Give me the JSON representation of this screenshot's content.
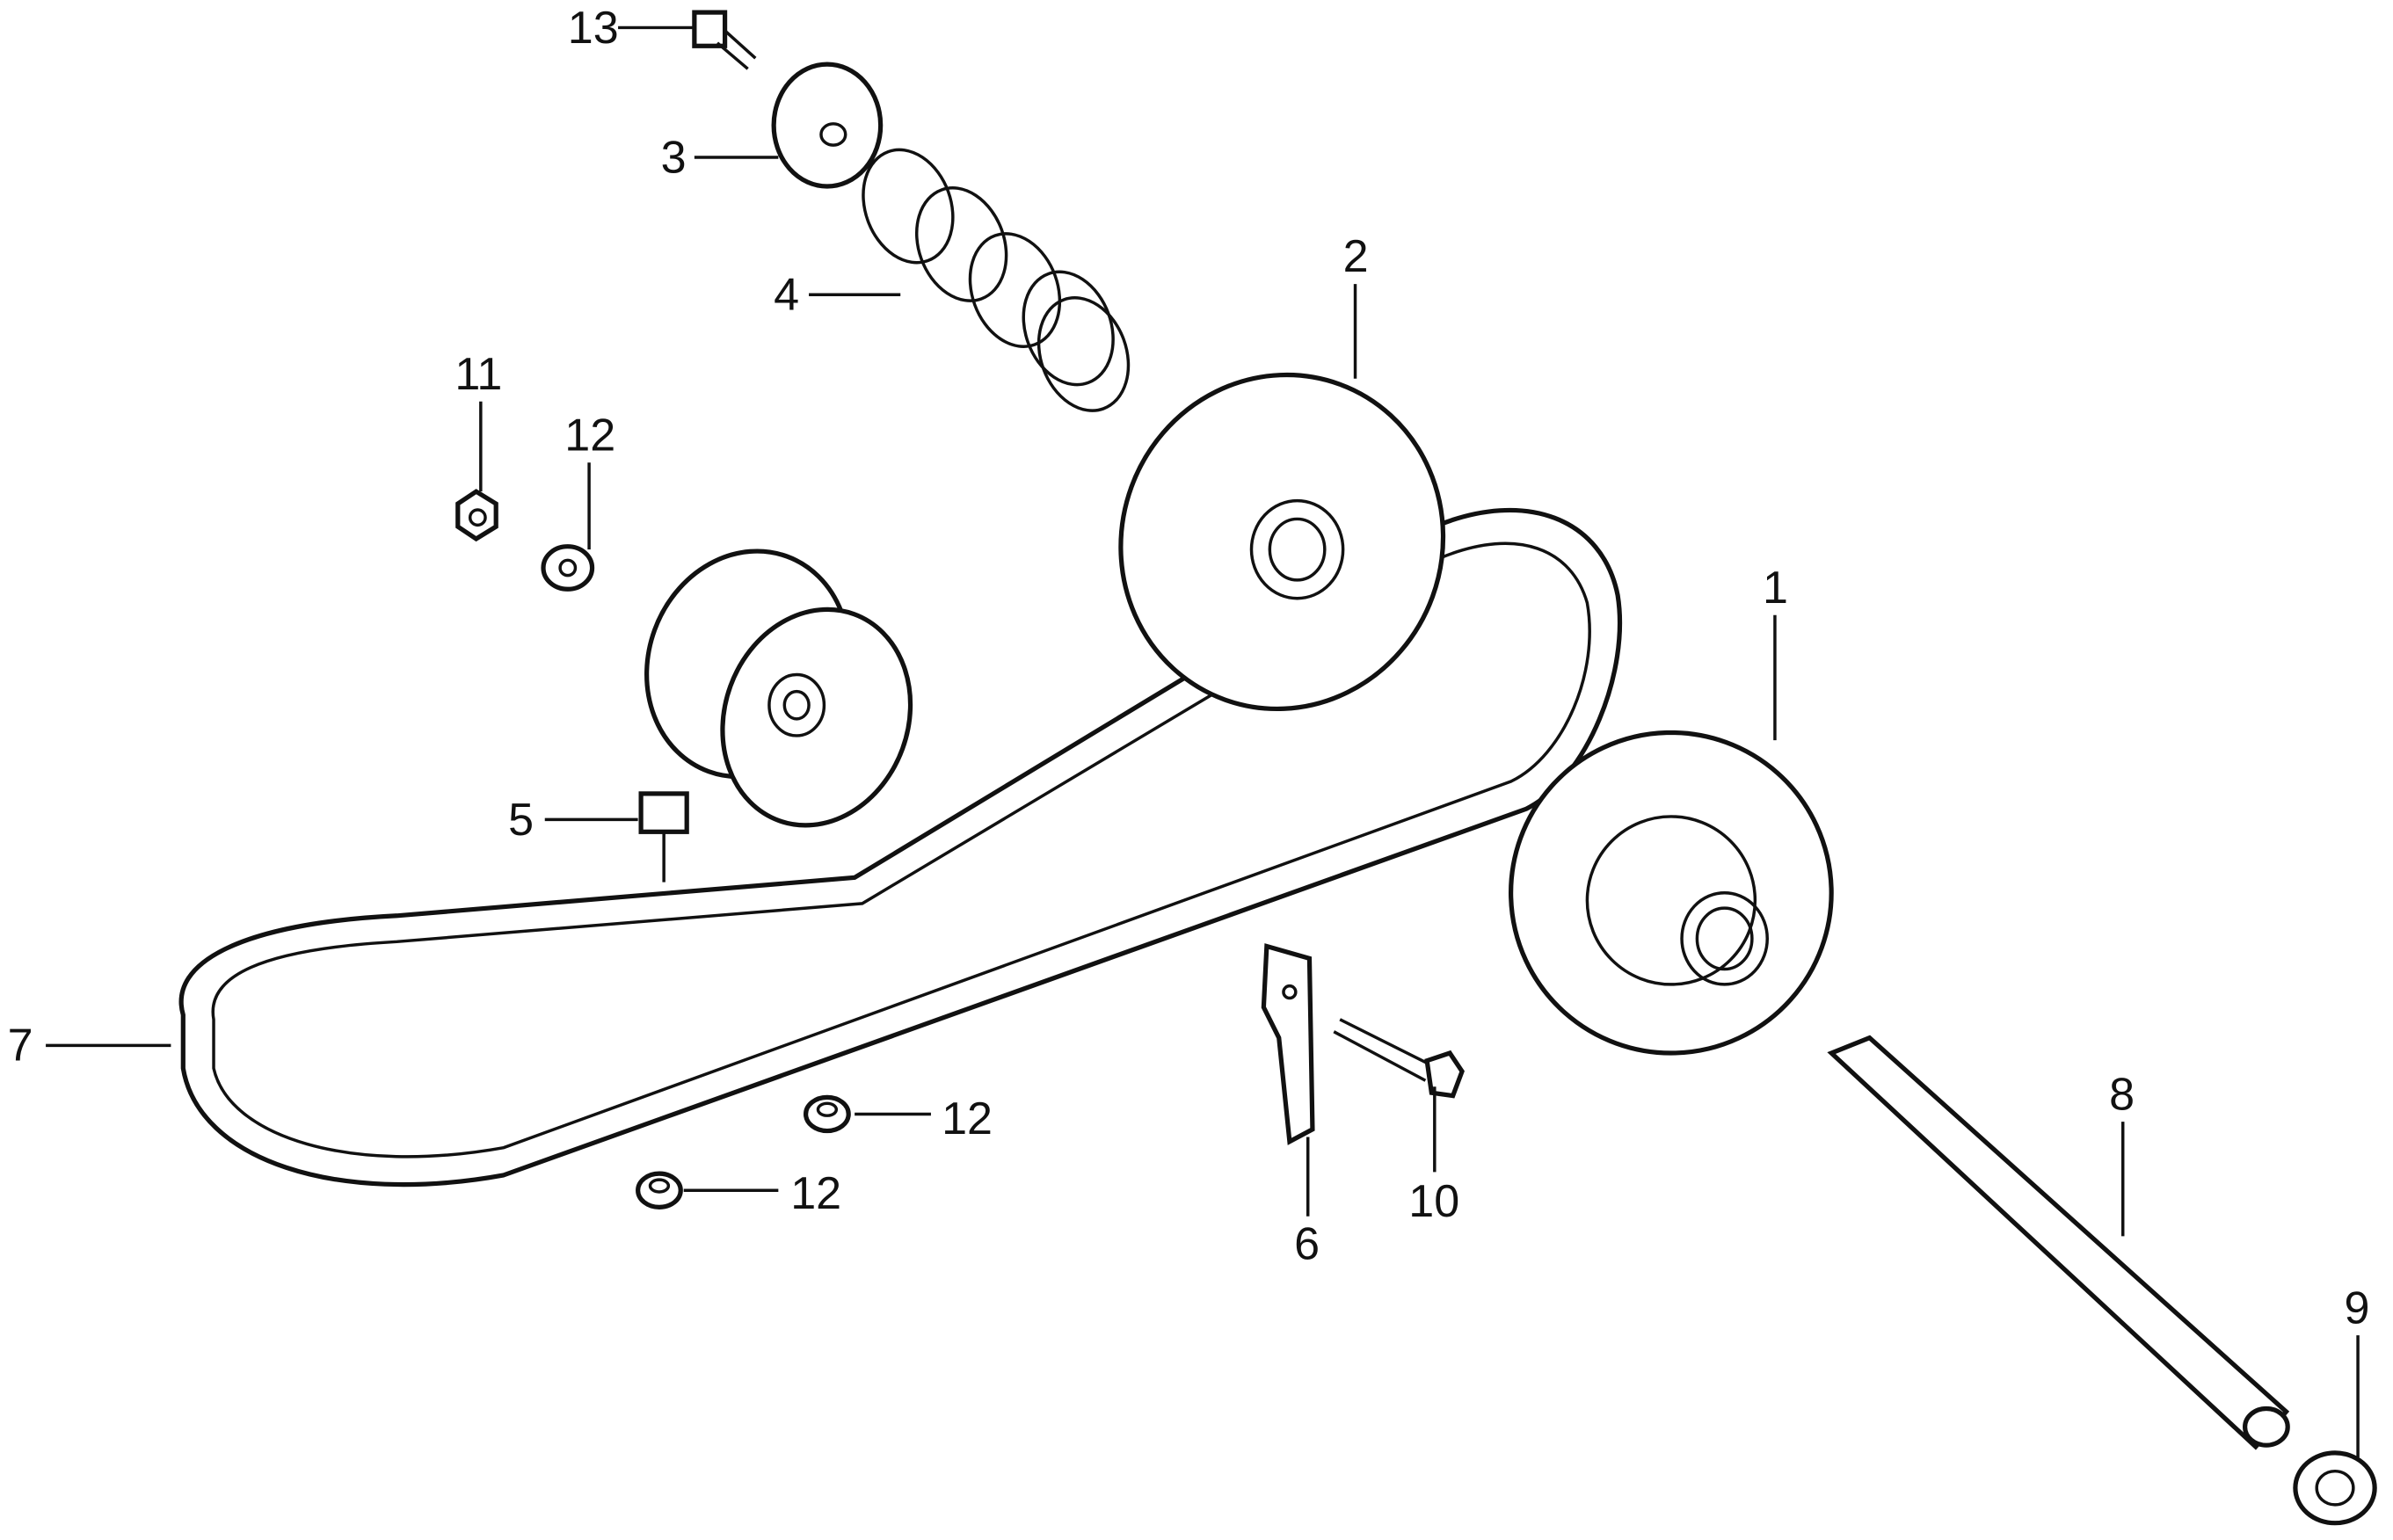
{
  "diagram": {
    "callouts": {
      "c1": "1",
      "c2": "2",
      "c3": "3",
      "c4": "4",
      "c5": "5",
      "c6": "6",
      "c7": "7",
      "c8": "8",
      "c9": "9",
      "c10": "10",
      "c11": "11",
      "c12a": "12",
      "c12b": "12",
      "c12c": "12",
      "c13": "13"
    }
  }
}
